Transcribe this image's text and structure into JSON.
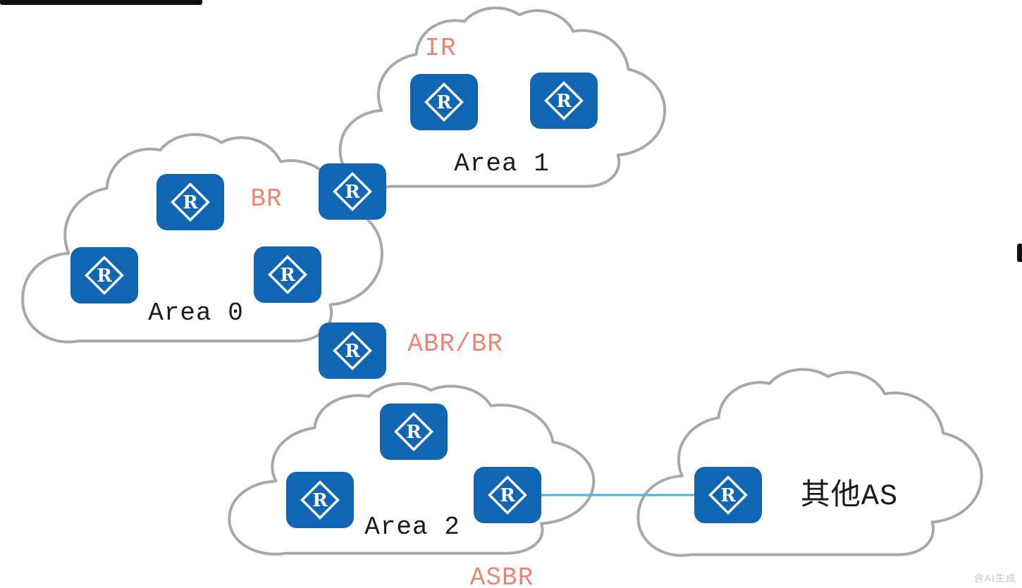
{
  "diagram": {
    "labels": {
      "ir": "IR",
      "br": "BR",
      "abr_br": "ABR/BR",
      "asbr": "ASBR",
      "area0": "Area 0",
      "area1": "Area 1",
      "area2": "Area 2",
      "other_as": "其他AS"
    },
    "router_glyph": "R",
    "watermark": "含AI生成",
    "clouds": [
      "Area 1",
      "Area 0",
      "Area 2",
      "其他AS"
    ],
    "router_count": 11,
    "annotations": [
      "IR",
      "BR",
      "ABR/BR",
      "ASBR"
    ],
    "colors": {
      "router_blue": "#1166b3",
      "annotation_red": "#ee8475",
      "cloud_stroke": "#a8a8a8",
      "link_blue": "#41b5e9",
      "text_black": "#1b1b1b"
    }
  }
}
